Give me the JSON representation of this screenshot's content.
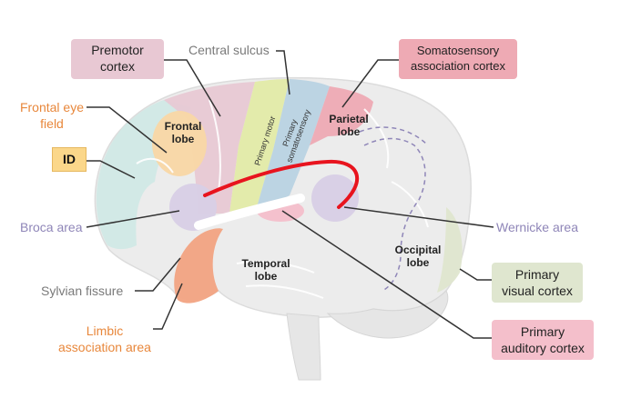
{
  "regions": {
    "frontal": [
      "Frontal",
      "lobe"
    ],
    "parietal": [
      "Parietal",
      "lobe"
    ],
    "temporal": [
      "Temporal",
      "lobe"
    ],
    "occipital": [
      "Occipital",
      "lobe"
    ],
    "primary_motor": "Primary motor",
    "primary_somato": [
      "Primary",
      "somatosensory"
    ]
  },
  "callouts": {
    "premotor": [
      "Premotor",
      "cortex"
    ],
    "central_sulcus": "Central sulcus",
    "somatosensory_assoc": [
      "Somatosensory",
      "association cortex"
    ],
    "frontal_eye": [
      "Frontal eye",
      "field"
    ],
    "id": "ID",
    "broca": "Broca area",
    "sylvian": "Sylvian fissure",
    "limbic": [
      "Limbic",
      "association area"
    ],
    "wernicke": "Wernicke area",
    "primary_visual": [
      "Primary",
      "visual cortex"
    ],
    "primary_auditory": [
      "Primary",
      "auditory cortex"
    ]
  },
  "colors": {
    "brain": "#ececec",
    "frontal_eye": "#f9d7a5",
    "id_region": "#cfe9e5",
    "premotor": "#e8c8d3",
    "primary_motor": "#e3eba8",
    "primary_somato": "#b9d3e3",
    "somato_assoc": "#eeaab4",
    "limbic": "#f2a382",
    "broca": "#d8cfe6",
    "wernicke": "#d8cfe6",
    "auditory": "#f4bfcb",
    "visual": "#dfe6cf",
    "arcuate": "#e8141e",
    "label_purple": "#8f86b8",
    "label_orange": "#e8873b",
    "label_gray": "#7a7a7a"
  }
}
